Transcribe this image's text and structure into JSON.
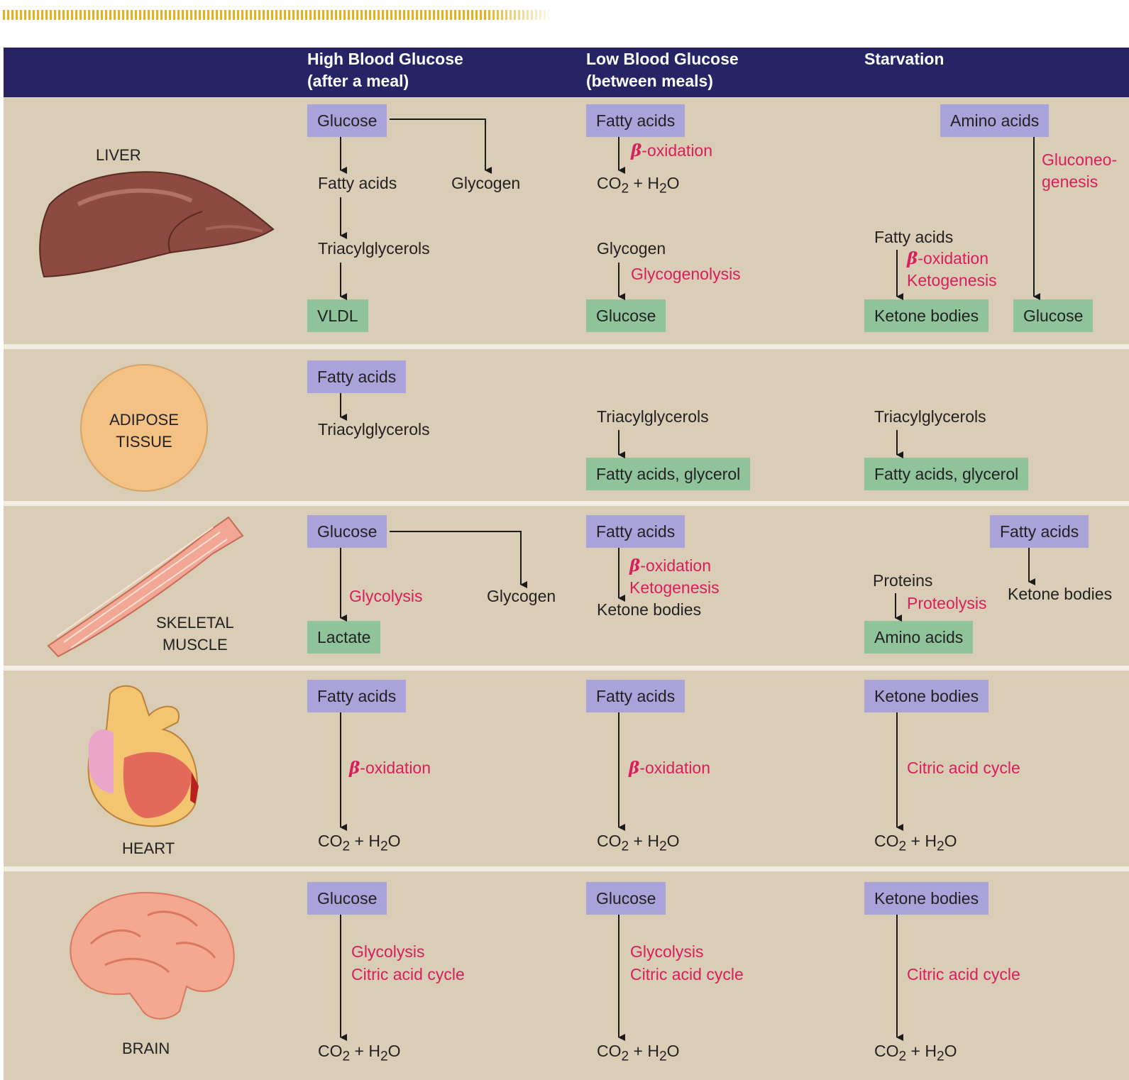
{
  "headers": {
    "high": [
      "High Blood Glucose",
      "(after a meal)"
    ],
    "low": [
      "Low Blood Glucose",
      "(between meals)"
    ],
    "starvation": [
      "Starvation"
    ]
  },
  "organs": {
    "liver": "LIVER",
    "adipose": [
      "ADIPOSE",
      "TISSUE"
    ],
    "muscle": [
      "SKELETAL",
      "MUSCLE"
    ],
    "heart": "HEART",
    "brain": "BRAIN"
  },
  "liver": {
    "high": {
      "glucose": "Glucose",
      "fatty_acids": "Fatty acids",
      "glycogen": "Glycogen",
      "triacylglycerols": "Triacylglycerols",
      "vldl": "VLDL"
    },
    "low": {
      "fatty_acids": "Fatty acids",
      "beta_ox": "-oxidation",
      "co2": "CO",
      "h2o": " + H",
      "o": "O",
      "glycogen": "Glycogen",
      "glycogenolysis": "Glycogenolysis",
      "glucose": "Glucose"
    },
    "starvation": {
      "amino_acids": "Amino acids",
      "gluconeo_1": "Gluconeo-",
      "gluconeo_2": "genesis",
      "fatty_acids": "Fatty acids",
      "beta_ox": "-oxidation",
      "ketogenesis": "Ketogenesis",
      "ketone_bodies": "Ketone bodies",
      "glucose": "Glucose"
    }
  },
  "adipose": {
    "high": {
      "fatty_acids": "Fatty acids",
      "triacylglycerols": "Triacylglycerols"
    },
    "low": {
      "triacylglycerols": "Triacylglycerols",
      "products": "Fatty acids, glycerol"
    },
    "starvation": {
      "triacylglycerols": "Triacylglycerols",
      "products": "Fatty acids, glycerol"
    }
  },
  "muscle": {
    "high": {
      "glucose": "Glucose",
      "glycolysis": "Glycolysis",
      "glycogen": "Glycogen",
      "lactate": "Lactate"
    },
    "low": {
      "fatty_acids": "Fatty acids",
      "beta_ox": "-oxidation",
      "ketogenesis": "Ketogenesis",
      "ketone_bodies": "Ketone bodies"
    },
    "starvation": {
      "fatty_acids": "Fatty acids",
      "ketone_bodies": "Ketone bodies",
      "proteins": "Proteins",
      "proteolysis": "Proteolysis",
      "amino_acids": "Amino acids"
    }
  },
  "heart": {
    "high": {
      "source": "Fatty acids",
      "process": "-oxidation"
    },
    "low": {
      "source": "Fatty acids",
      "process": "-oxidation"
    },
    "starvation": {
      "source": "Ketone bodies",
      "process": "Citric acid cycle"
    }
  },
  "brain": {
    "high": {
      "source": "Glucose",
      "process_1": "Glycolysis",
      "process_2": "Citric acid cycle"
    },
    "low": {
      "source": "Glucose",
      "process_1": "Glycolysis",
      "process_2": "Citric acid cycle"
    },
    "starvation": {
      "source": "Ketone bodies",
      "process_1": "Citric acid cycle"
    }
  },
  "beta_symbol": "β",
  "subscript_2": "2",
  "colors": {
    "header": "#262465",
    "source_box": "#a9a3da",
    "product_box": "#8fc49a",
    "process_text": "#d81e5b",
    "background": "#d9cdb6"
  }
}
